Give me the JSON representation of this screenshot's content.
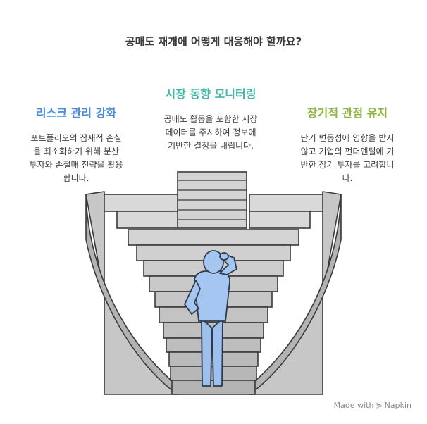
{
  "title": "공매도 재개에 어떻게 대응해야 할까요?",
  "options": [
    {
      "heading": "리스크 관리 강화",
      "lines": [
        "포트폴리오의 잠재적 손실",
        "을 최소화하기 위해 분산",
        "투자와 손절매 전략을 활용",
        "합니다."
      ],
      "color": "#4a8ddc"
    },
    {
      "heading": "시장 동향 모니터링",
      "lines": [
        "공매도 활동을 포함한 시장",
        "데이터를 주시하여 정보에",
        "기반한 결정을 내립니다."
      ],
      "color": "#3fb8a6"
    },
    {
      "heading": "장기적 관점 유지",
      "lines": [
        "단기 변동성에 영향을 받지",
        "않고 기업의 펀더멘털에 기",
        "반한 장기 투자를 고려합니",
        "다."
      ],
      "color": "#8bb53c"
    }
  ],
  "watermark": {
    "prefix": "Made with",
    "brand": "Napkin"
  }
}
